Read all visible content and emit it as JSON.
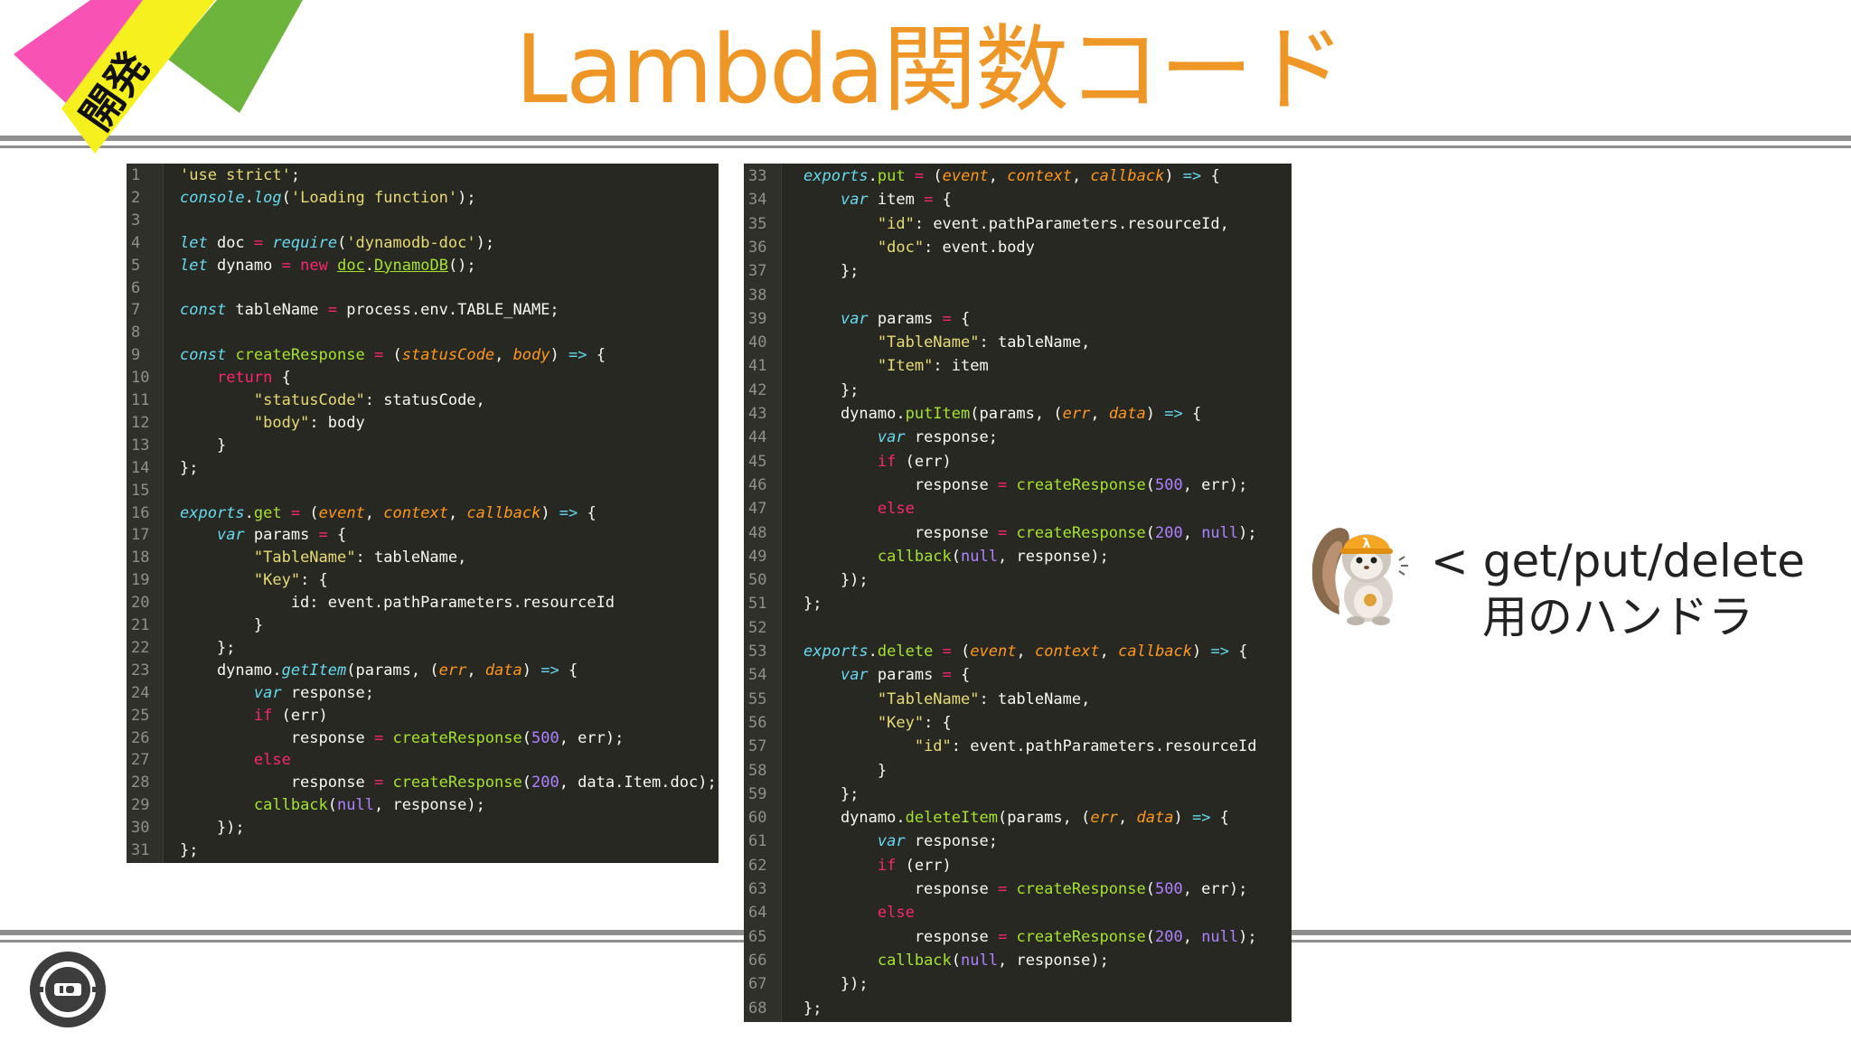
{
  "slide": {
    "ribbon_label": "開発",
    "title": "Lambda関数コード",
    "note_line1": "< get/put/delete",
    "note_line2": "用のハンドラ",
    "mascot_badge": "λ"
  },
  "colors": {
    "title": "#ee9626",
    "ribbon_pink": "#f853b4",
    "ribbon_yellow": "#f6f01e",
    "ribbon_green": "#6cb43c",
    "code_bg": "#272822",
    "rule": "#8f8f8f"
  },
  "icons": [
    "squirrel-mascot-icon",
    "circular-logo-icon"
  ],
  "code_left": [
    [
      {
        "t": "'use strict'",
        "c": "s"
      },
      {
        "t": ";"
      }
    ],
    [
      {
        "t": "console",
        "c": "i"
      },
      {
        "t": "."
      },
      {
        "t": "log",
        "c": "i"
      },
      {
        "t": "("
      },
      {
        "t": "'Loading function'",
        "c": "s"
      },
      {
        "t": ");"
      }
    ],
    [],
    [
      {
        "t": "let",
        "c": "i"
      },
      {
        "t": " doc "
      },
      {
        "t": "=",
        "c": "k"
      },
      {
        "t": " "
      },
      {
        "t": "require",
        "c": "i"
      },
      {
        "t": "("
      },
      {
        "t": "'dynamodb-doc'",
        "c": "s"
      },
      {
        "t": ");"
      }
    ],
    [
      {
        "t": "let",
        "c": "i"
      },
      {
        "t": " dynamo "
      },
      {
        "t": "=",
        "c": "k"
      },
      {
        "t": " "
      },
      {
        "t": "new",
        "c": "k"
      },
      {
        "t": " "
      },
      {
        "t": "doc",
        "c": "f u"
      },
      {
        "t": "."
      },
      {
        "t": "DynamoDB",
        "c": "f u"
      },
      {
        "t": "();"
      }
    ],
    [],
    [
      {
        "t": "const",
        "c": "i"
      },
      {
        "t": " tableName "
      },
      {
        "t": "=",
        "c": "k"
      },
      {
        "t": " process.env.TABLE_NAME;"
      }
    ],
    [],
    [
      {
        "t": "const",
        "c": "i"
      },
      {
        "t": " "
      },
      {
        "t": "createResponse",
        "c": "f"
      },
      {
        "t": " "
      },
      {
        "t": "=",
        "c": "k"
      },
      {
        "t": " ("
      },
      {
        "t": "statusCode",
        "c": "p"
      },
      {
        "t": ", "
      },
      {
        "t": "body",
        "c": "p"
      },
      {
        "t": ") "
      },
      {
        "t": "=>",
        "c": "i"
      },
      {
        "t": " {"
      }
    ],
    [
      {
        "t": "    "
      },
      {
        "t": "return",
        "c": "k"
      },
      {
        "t": " {"
      }
    ],
    [
      {
        "t": "        "
      },
      {
        "t": "\"statusCode\"",
        "c": "s"
      },
      {
        "t": ": statusCode,"
      }
    ],
    [
      {
        "t": "        "
      },
      {
        "t": "\"body\"",
        "c": "s"
      },
      {
        "t": ": body"
      }
    ],
    [
      {
        "t": "    }"
      }
    ],
    [
      {
        "t": "};"
      }
    ],
    [],
    [
      {
        "t": "exports",
        "c": "i"
      },
      {
        "t": "."
      },
      {
        "t": "get",
        "c": "f"
      },
      {
        "t": " "
      },
      {
        "t": "=",
        "c": "k"
      },
      {
        "t": " ("
      },
      {
        "t": "event",
        "c": "p"
      },
      {
        "t": ", "
      },
      {
        "t": "context",
        "c": "p"
      },
      {
        "t": ", "
      },
      {
        "t": "callback",
        "c": "p"
      },
      {
        "t": ") "
      },
      {
        "t": "=>",
        "c": "i"
      },
      {
        "t": " {"
      }
    ],
    [
      {
        "t": "    "
      },
      {
        "t": "var",
        "c": "i"
      },
      {
        "t": " params "
      },
      {
        "t": "=",
        "c": "k"
      },
      {
        "t": " {"
      }
    ],
    [
      {
        "t": "        "
      },
      {
        "t": "\"TableName\"",
        "c": "s"
      },
      {
        "t": ": tableName,"
      }
    ],
    [
      {
        "t": "        "
      },
      {
        "t": "\"Key\"",
        "c": "s"
      },
      {
        "t": ": {"
      }
    ],
    [
      {
        "t": "            id: event.pathParameters.resourceId"
      }
    ],
    [
      {
        "t": "        }"
      }
    ],
    [
      {
        "t": "    };"
      }
    ],
    [
      {
        "t": "    dynamo."
      },
      {
        "t": "getItem",
        "c": "i"
      },
      {
        "t": "(params, ("
      },
      {
        "t": "err",
        "c": "p"
      },
      {
        "t": ", "
      },
      {
        "t": "data",
        "c": "p"
      },
      {
        "t": ") "
      },
      {
        "t": "=>",
        "c": "i"
      },
      {
        "t": " {"
      }
    ],
    [
      {
        "t": "        "
      },
      {
        "t": "var",
        "c": "i"
      },
      {
        "t": " response;"
      }
    ],
    [
      {
        "t": "        "
      },
      {
        "t": "if",
        "c": "k"
      },
      {
        "t": " (err)"
      }
    ],
    [
      {
        "t": "            response "
      },
      {
        "t": "=",
        "c": "k"
      },
      {
        "t": " "
      },
      {
        "t": "createResponse",
        "c": "f"
      },
      {
        "t": "("
      },
      {
        "t": "500",
        "c": "n"
      },
      {
        "t": ", err);"
      }
    ],
    [
      {
        "t": "        "
      },
      {
        "t": "else",
        "c": "k"
      }
    ],
    [
      {
        "t": "            response "
      },
      {
        "t": "=",
        "c": "k"
      },
      {
        "t": " "
      },
      {
        "t": "createResponse",
        "c": "f"
      },
      {
        "t": "("
      },
      {
        "t": "200",
        "c": "n"
      },
      {
        "t": ", data.Item.doc);"
      }
    ],
    [
      {
        "t": "        "
      },
      {
        "t": "callback",
        "c": "f"
      },
      {
        "t": "("
      },
      {
        "t": "null",
        "c": "n"
      },
      {
        "t": ", response);"
      }
    ],
    [
      {
        "t": "    });"
      }
    ],
    [
      {
        "t": "};"
      }
    ]
  ],
  "code_right": [
    [
      {
        "t": "exports",
        "c": "i"
      },
      {
        "t": "."
      },
      {
        "t": "put",
        "c": "f"
      },
      {
        "t": " "
      },
      {
        "t": "=",
        "c": "k"
      },
      {
        "t": " ("
      },
      {
        "t": "event",
        "c": "p"
      },
      {
        "t": ", "
      },
      {
        "t": "context",
        "c": "p"
      },
      {
        "t": ", "
      },
      {
        "t": "callback",
        "c": "p"
      },
      {
        "t": ") "
      },
      {
        "t": "=>",
        "c": "i"
      },
      {
        "t": " {"
      }
    ],
    [
      {
        "t": "    "
      },
      {
        "t": "var",
        "c": "i"
      },
      {
        "t": " item "
      },
      {
        "t": "=",
        "c": "k"
      },
      {
        "t": " {"
      }
    ],
    [
      {
        "t": "        "
      },
      {
        "t": "\"id\"",
        "c": "s"
      },
      {
        "t": ": event.pathParameters.resourceId,"
      }
    ],
    [
      {
        "t": "        "
      },
      {
        "t": "\"doc\"",
        "c": "s"
      },
      {
        "t": ": event.body"
      }
    ],
    [
      {
        "t": "    };"
      }
    ],
    [],
    [
      {
        "t": "    "
      },
      {
        "t": "var",
        "c": "i"
      },
      {
        "t": " params "
      },
      {
        "t": "=",
        "c": "k"
      },
      {
        "t": " {"
      }
    ],
    [
      {
        "t": "        "
      },
      {
        "t": "\"TableName\"",
        "c": "s"
      },
      {
        "t": ": tableName,"
      }
    ],
    [
      {
        "t": "        "
      },
      {
        "t": "\"Item\"",
        "c": "s"
      },
      {
        "t": ": item"
      }
    ],
    [
      {
        "t": "    };"
      }
    ],
    [
      {
        "t": "    dynamo."
      },
      {
        "t": "putItem",
        "c": "f"
      },
      {
        "t": "(params, ("
      },
      {
        "t": "err",
        "c": "p"
      },
      {
        "t": ", "
      },
      {
        "t": "data",
        "c": "p"
      },
      {
        "t": ") "
      },
      {
        "t": "=>",
        "c": "i"
      },
      {
        "t": " {"
      }
    ],
    [
      {
        "t": "        "
      },
      {
        "t": "var",
        "c": "i"
      },
      {
        "t": " response;"
      }
    ],
    [
      {
        "t": "        "
      },
      {
        "t": "if",
        "c": "k"
      },
      {
        "t": " (err)"
      }
    ],
    [
      {
        "t": "            response "
      },
      {
        "t": "=",
        "c": "k"
      },
      {
        "t": " "
      },
      {
        "t": "createResponse",
        "c": "f"
      },
      {
        "t": "("
      },
      {
        "t": "500",
        "c": "n"
      },
      {
        "t": ", err);"
      }
    ],
    [
      {
        "t": "        "
      },
      {
        "t": "else",
        "c": "k"
      }
    ],
    [
      {
        "t": "            response "
      },
      {
        "t": "=",
        "c": "k"
      },
      {
        "t": " "
      },
      {
        "t": "createResponse",
        "c": "f"
      },
      {
        "t": "("
      },
      {
        "t": "200",
        "c": "n"
      },
      {
        "t": ", "
      },
      {
        "t": "null",
        "c": "n"
      },
      {
        "t": ");"
      }
    ],
    [
      {
        "t": "        "
      },
      {
        "t": "callback",
        "c": "f"
      },
      {
        "t": "("
      },
      {
        "t": "null",
        "c": "n"
      },
      {
        "t": ", response);"
      }
    ],
    [
      {
        "t": "    });"
      }
    ],
    [
      {
        "t": "};"
      }
    ],
    [],
    [
      {
        "t": "exports",
        "c": "i"
      },
      {
        "t": "."
      },
      {
        "t": "delete",
        "c": "f"
      },
      {
        "t": " "
      },
      {
        "t": "=",
        "c": "k"
      },
      {
        "t": " ("
      },
      {
        "t": "event",
        "c": "p"
      },
      {
        "t": ", "
      },
      {
        "t": "context",
        "c": "p"
      },
      {
        "t": ", "
      },
      {
        "t": "callback",
        "c": "p"
      },
      {
        "t": ") "
      },
      {
        "t": "=>",
        "c": "i"
      },
      {
        "t": " {"
      }
    ],
    [
      {
        "t": "    "
      },
      {
        "t": "var",
        "c": "i"
      },
      {
        "t": " params "
      },
      {
        "t": "=",
        "c": "k"
      },
      {
        "t": " {"
      }
    ],
    [
      {
        "t": "        "
      },
      {
        "t": "\"TableName\"",
        "c": "s"
      },
      {
        "t": ": tableName,"
      }
    ],
    [
      {
        "t": "        "
      },
      {
        "t": "\"Key\"",
        "c": "s"
      },
      {
        "t": ": {"
      }
    ],
    [
      {
        "t": "            "
      },
      {
        "t": "\"id\"",
        "c": "s"
      },
      {
        "t": ": event.pathParameters.resourceId"
      }
    ],
    [
      {
        "t": "        }"
      }
    ],
    [
      {
        "t": "    };"
      }
    ],
    [
      {
        "t": "    dynamo."
      },
      {
        "t": "deleteItem",
        "c": "f"
      },
      {
        "t": "(params, ("
      },
      {
        "t": "err",
        "c": "p"
      },
      {
        "t": ", "
      },
      {
        "t": "data",
        "c": "p"
      },
      {
        "t": ") "
      },
      {
        "t": "=>",
        "c": "i"
      },
      {
        "t": " {"
      }
    ],
    [
      {
        "t": "        "
      },
      {
        "t": "var",
        "c": "i"
      },
      {
        "t": " response;"
      }
    ],
    [
      {
        "t": "        "
      },
      {
        "t": "if",
        "c": "k"
      },
      {
        "t": " (err)"
      }
    ],
    [
      {
        "t": "            response "
      },
      {
        "t": "=",
        "c": "k"
      },
      {
        "t": " "
      },
      {
        "t": "createResponse",
        "c": "f"
      },
      {
        "t": "("
      },
      {
        "t": "500",
        "c": "n"
      },
      {
        "t": ", err);"
      }
    ],
    [
      {
        "t": "        "
      },
      {
        "t": "else",
        "c": "k"
      }
    ],
    [
      {
        "t": "            response "
      },
      {
        "t": "=",
        "c": "k"
      },
      {
        "t": " "
      },
      {
        "t": "createResponse",
        "c": "f"
      },
      {
        "t": "("
      },
      {
        "t": "200",
        "c": "n"
      },
      {
        "t": ", "
      },
      {
        "t": "null",
        "c": "n"
      },
      {
        "t": ");"
      }
    ],
    [
      {
        "t": "        "
      },
      {
        "t": "callback",
        "c": "f"
      },
      {
        "t": "("
      },
      {
        "t": "null",
        "c": "n"
      },
      {
        "t": ", response);"
      }
    ],
    [
      {
        "t": "    });"
      }
    ],
    [
      {
        "t": "};"
      }
    ]
  ],
  "line_numbers": {
    "left_start": 1,
    "right_start": 33
  }
}
